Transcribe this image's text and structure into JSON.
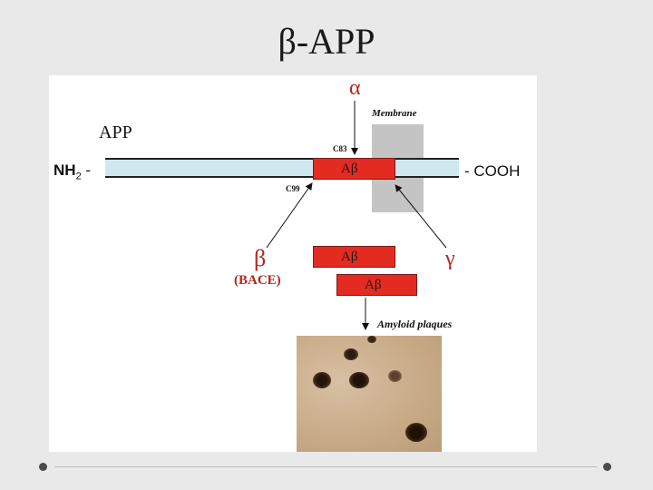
{
  "title": "β-APP",
  "diagram": {
    "protein_label": "APP",
    "n_terminus": "NH",
    "n_terminus_sub": "2",
    "n_terminus_dash": "-",
    "c_terminus": "- COOH",
    "membrane_label": "Membrane",
    "abeta_label": "Aβ",
    "alpha_symbol": "α",
    "beta_symbol": "β",
    "beta_enzyme": "(BACE)",
    "gamma_symbol": "γ",
    "c83_label": "C83",
    "c99_label": "C99",
    "plaques_label": "Amyloid plaques"
  },
  "colors": {
    "abeta": "#e32b22",
    "app_bar": "#cfe8ef",
    "membrane": "#c4c4c4",
    "greek_symbols": "#b3261e"
  }
}
